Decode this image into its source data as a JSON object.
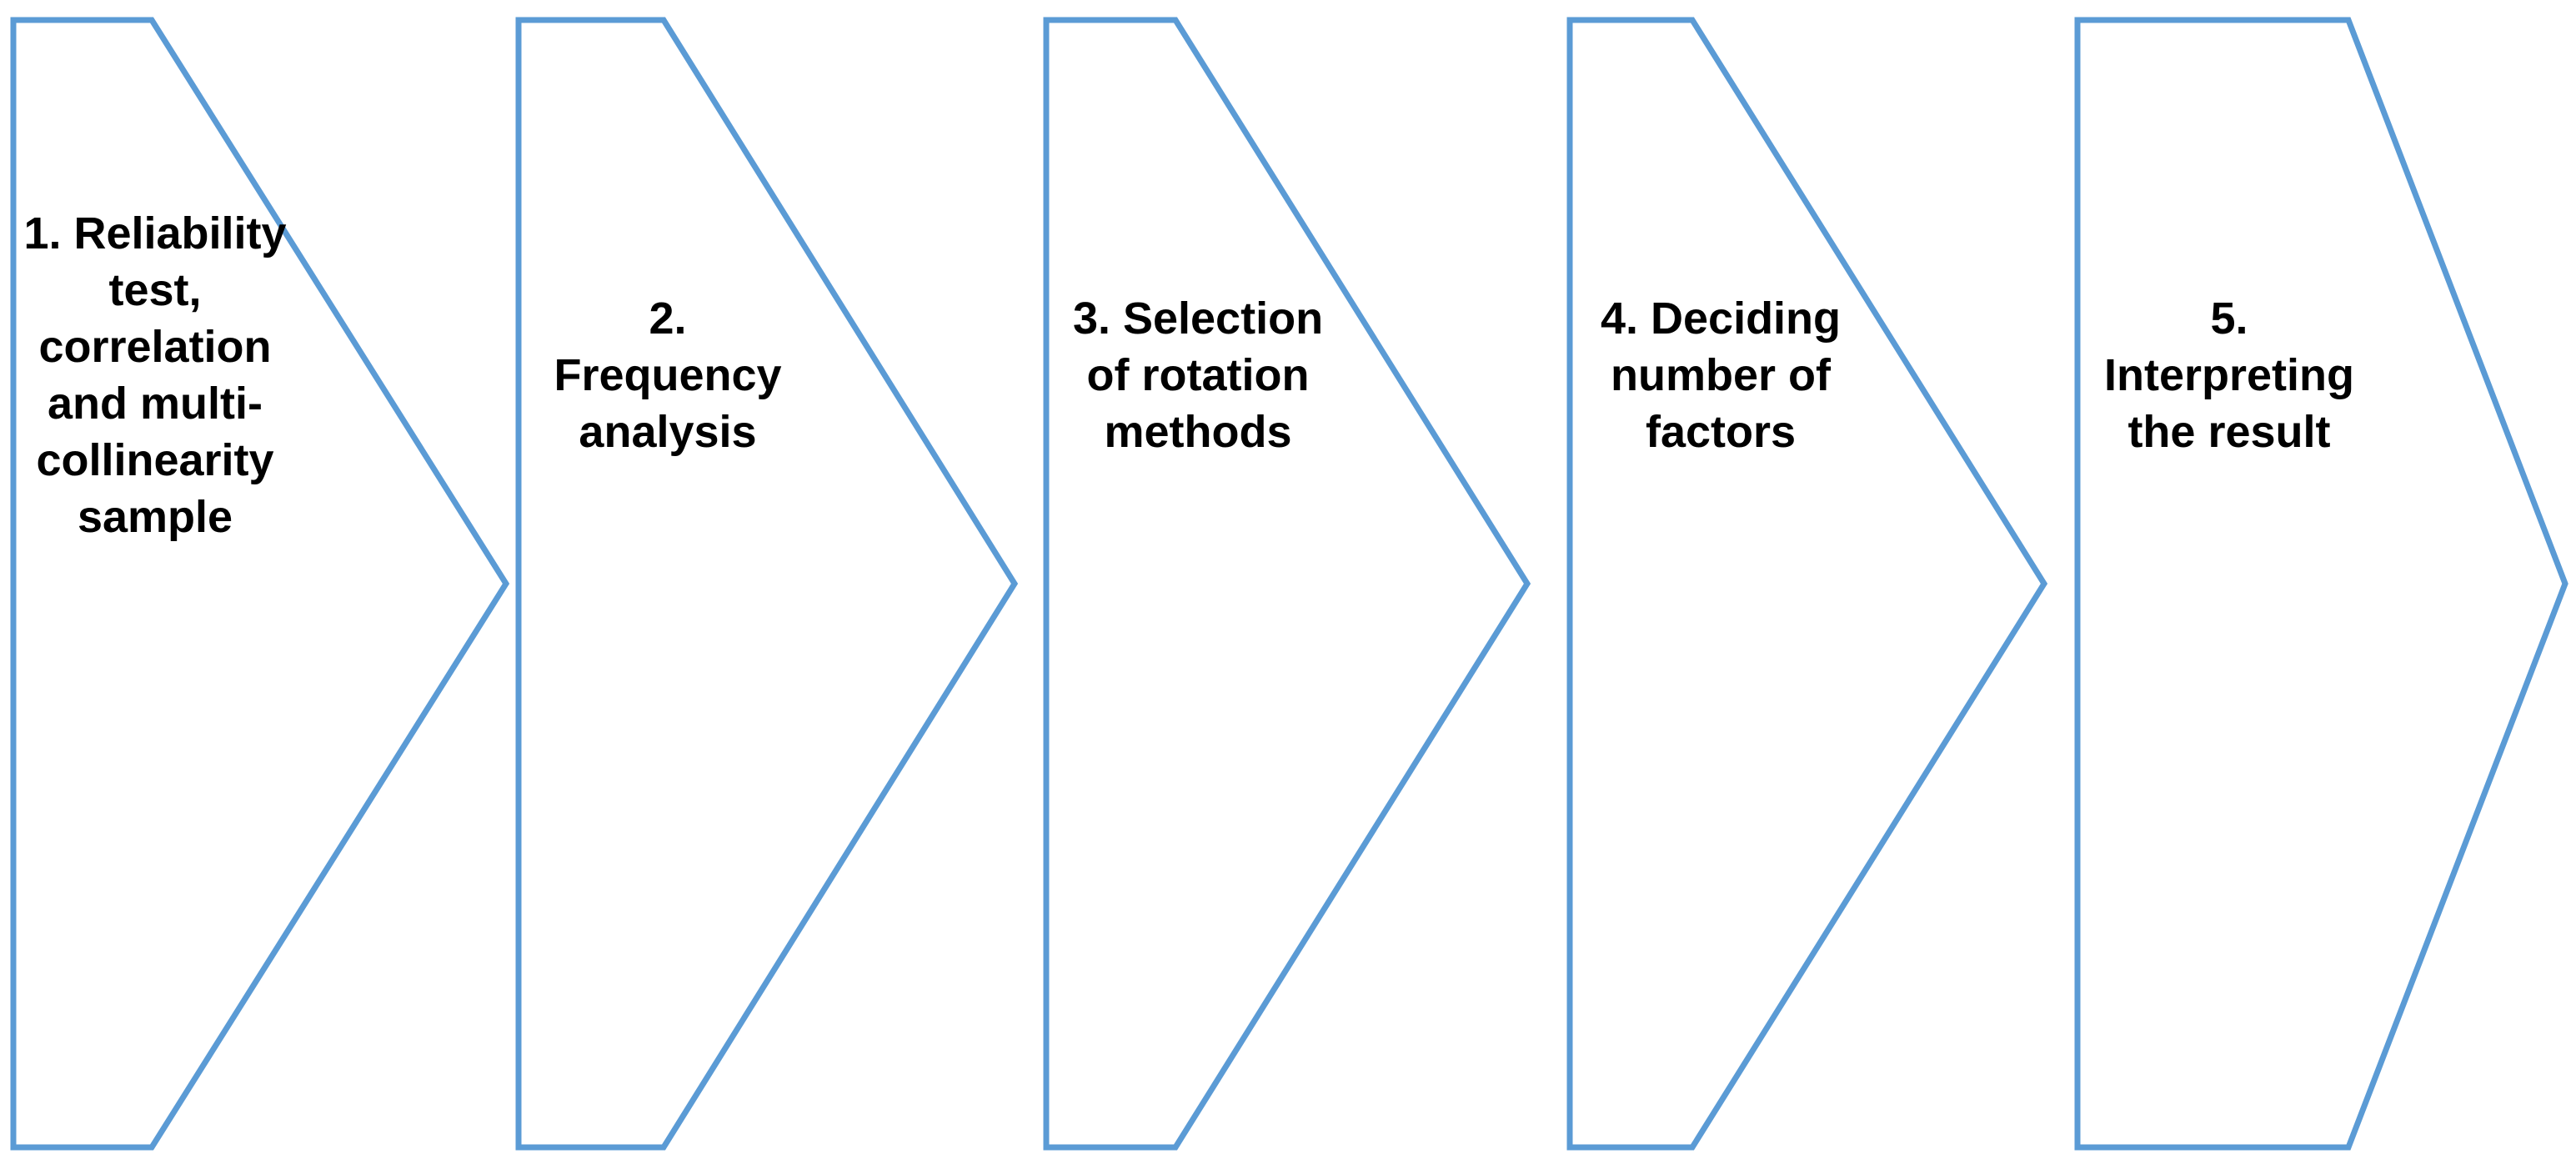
{
  "diagram": {
    "type": "chevron-process-flow",
    "orientation": "horizontal",
    "step_count": 5,
    "background_color": "#FFFFFF",
    "outline_color": "#5B9BD5",
    "fill_color": "#FFFFFF",
    "text_color": "#000000",
    "steps": [
      {
        "number": "1.",
        "label": "1. Reliability\ntest,\ncorrelation\nand multi-\ncollinearity\nsample",
        "plain_text": "1. Reliability test, correlation and multi-collinearity sample"
      },
      {
        "number": "2.",
        "label": "2.\nFrequency\nanalysis",
        "plain_text": "2. Frequency analysis"
      },
      {
        "number": "3.",
        "label": "3. Selection\nof rotation\nmethods",
        "plain_text": "3. Selection of rotation methods"
      },
      {
        "number": "4.",
        "label": "4. Deciding\nnumber of\nfactors",
        "plain_text": "4. Deciding number of factors"
      },
      {
        "number": "5.",
        "label": "5.\nInterpreting\nthe result",
        "plain_text": "5. Interpreting the result"
      }
    ]
  }
}
